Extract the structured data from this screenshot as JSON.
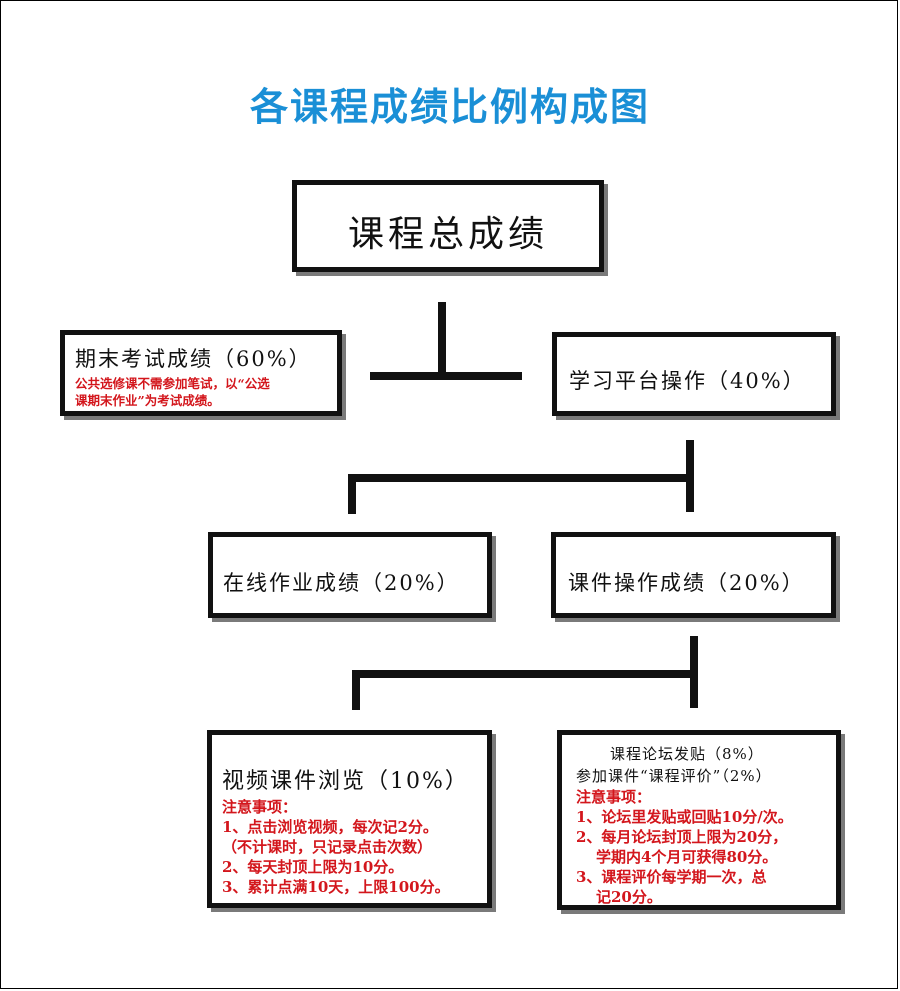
{
  "title": "各课程成绩比例构成图",
  "total": {
    "label": "课程总成绩"
  },
  "final_exam": {
    "label": "期末考试成绩（60%）",
    "note_line1": "公共选修课不需参加笔试，以“公选",
    "note_line2": "课期末作业”为考试成绩。"
  },
  "platform": {
    "label": "学习平台操作（40%）"
  },
  "online_homework": {
    "label": "在线作业成绩（20%）"
  },
  "courseware": {
    "label": "课件操作成绩（20%）"
  },
  "video": {
    "label": "视频课件浏览（10%）",
    "notes": [
      "注意事项：",
      "1、点击浏览视频，每次记2分。",
      "（不计课时，只记录点击次数）",
      "2、每天封顶上限为10分。",
      "3、累计点满10天，上限100分。"
    ]
  },
  "forum": {
    "label_line1": "课程论坛发贴（8%）",
    "label_line2": "参加课件“课程评价”（2%）",
    "notes": [
      "注意事项：",
      "1、论坛里发贴或回贴10分/次。",
      "2、每月论坛封顶上限为20分，",
      "学期内4个月可获得80分。",
      "3、课程评价每学期一次，总",
      "记20分。"
    ]
  }
}
